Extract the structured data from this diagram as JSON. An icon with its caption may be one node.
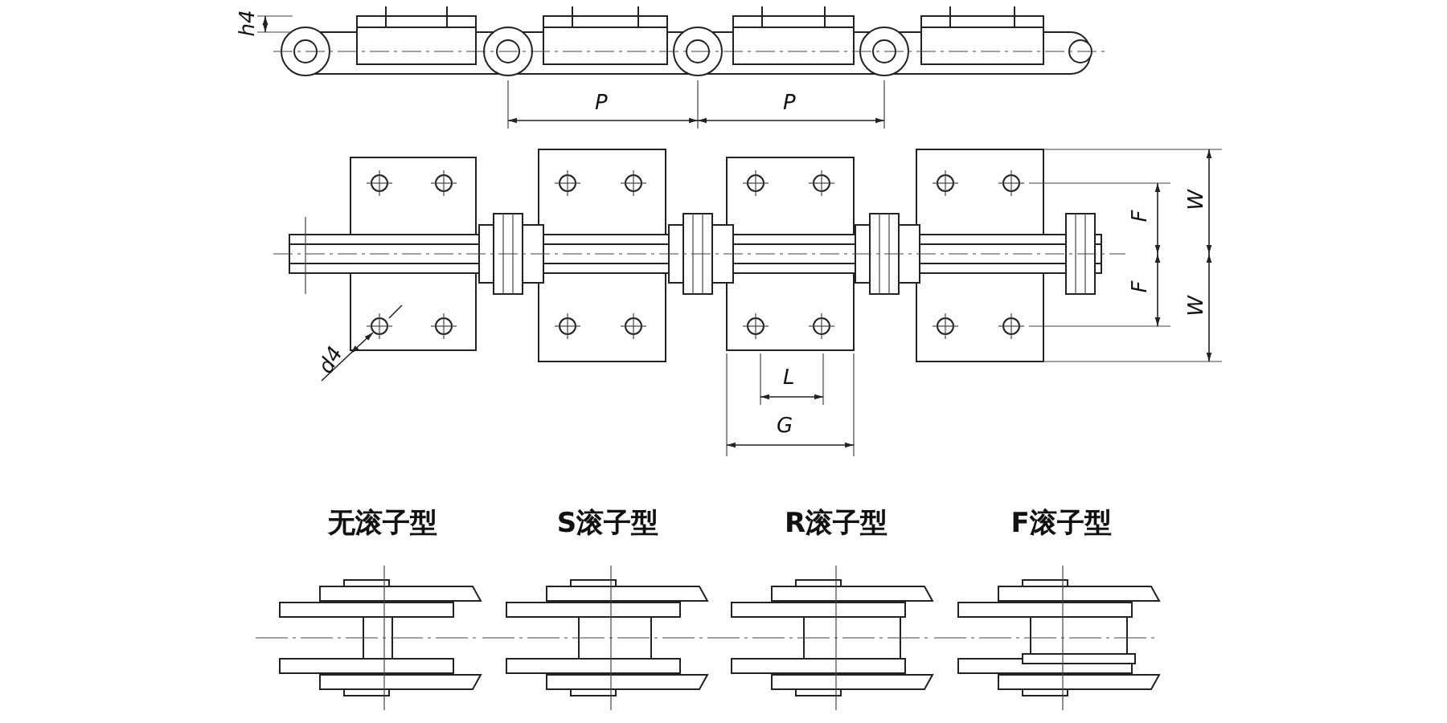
{
  "diagram": {
    "labels": [
      "h4",
      "P",
      "P",
      "W",
      "F",
      "F",
      "W",
      "d4",
      "L",
      "G",
      "无滚子型",
      "S滚子型",
      "R滚子型",
      "F滚子型"
    ]
  }
}
